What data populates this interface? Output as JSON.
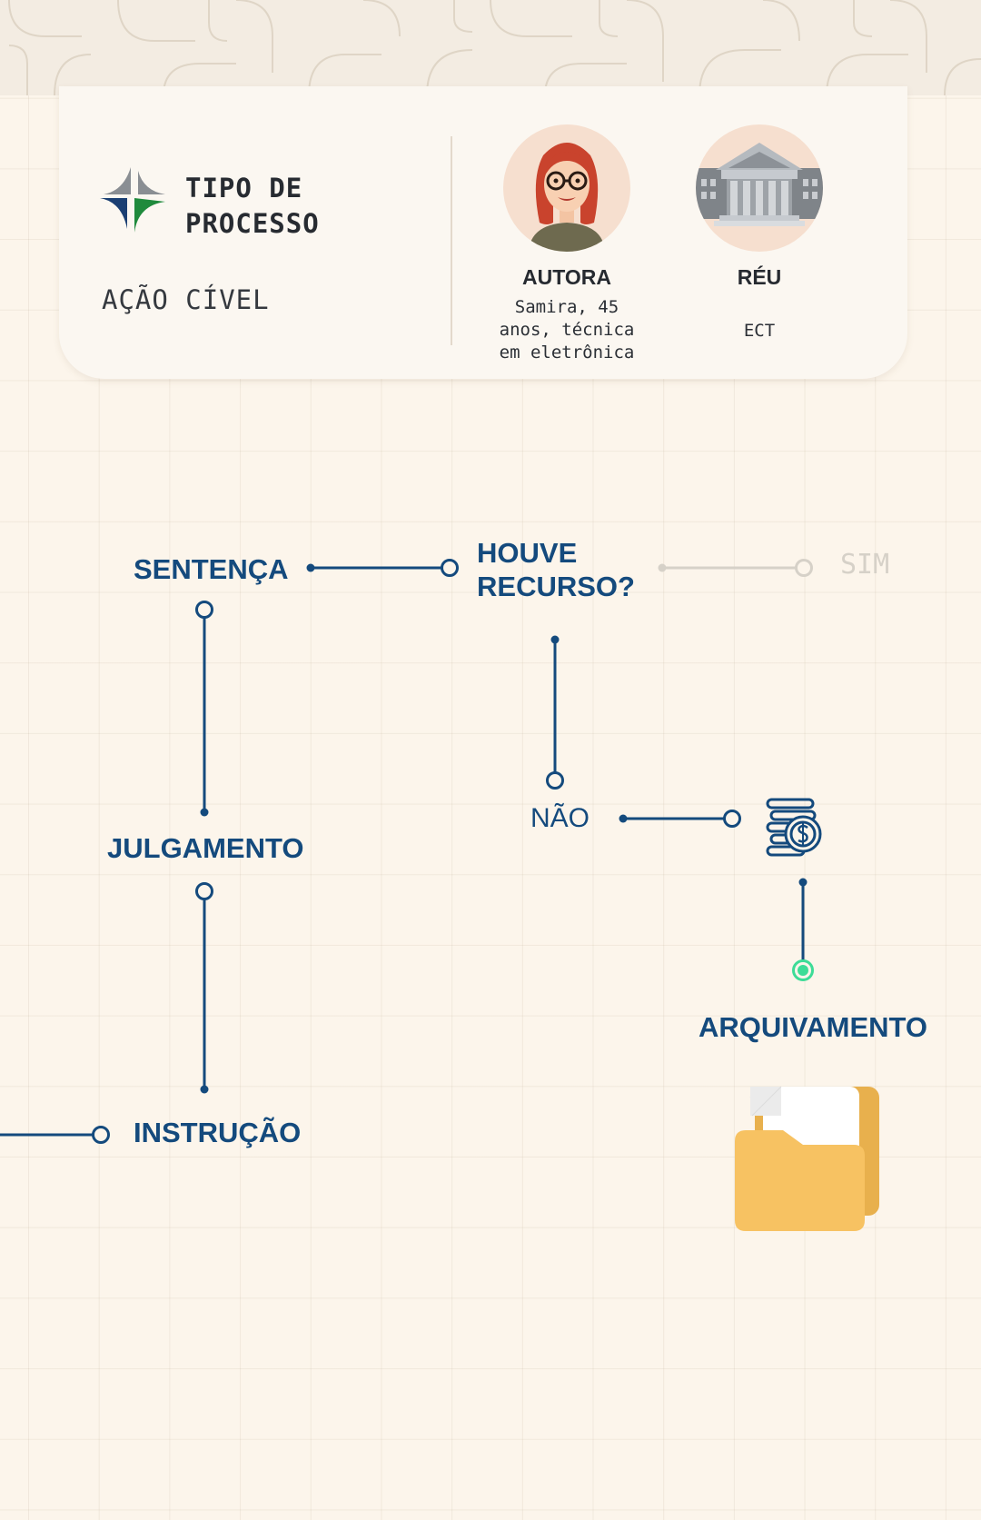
{
  "card": {
    "title_line1": "TIPO DE",
    "title_line2": "PROCESSO",
    "process_type": "AÇÃO CÍVEL",
    "plaintiff": {
      "role": "AUTORA",
      "desc_line1": "Samira, 45",
      "desc_line2": "anos, técnica",
      "desc_line3": "em eletrônica"
    },
    "defendant": {
      "role": "RÉU",
      "desc": "ECT"
    }
  },
  "flow": {
    "sentenca": "SENTENÇA",
    "houve_line1": "HOUVE",
    "houve_line2": "RECURSO?",
    "sim": "SIM",
    "julgamento": "JULGAMENTO",
    "nao": "NÃO",
    "arquivamento": "ARQUIVAMENTO",
    "instrucao": "INSTRUÇÃO"
  },
  "colors": {
    "primary": "#144a7d",
    "faded": "#d6d1c8",
    "active": "#3ddc97",
    "folder": "#f7c262",
    "logo_blue": "#1b3f73",
    "logo_green": "#1f8a3c",
    "logo_gray": "#8a8e93"
  },
  "icons": [
    "process-logo-icon",
    "plaintiff-avatar-icon",
    "courthouse-icon",
    "coins-dollar-icon",
    "folder-icon"
  ]
}
